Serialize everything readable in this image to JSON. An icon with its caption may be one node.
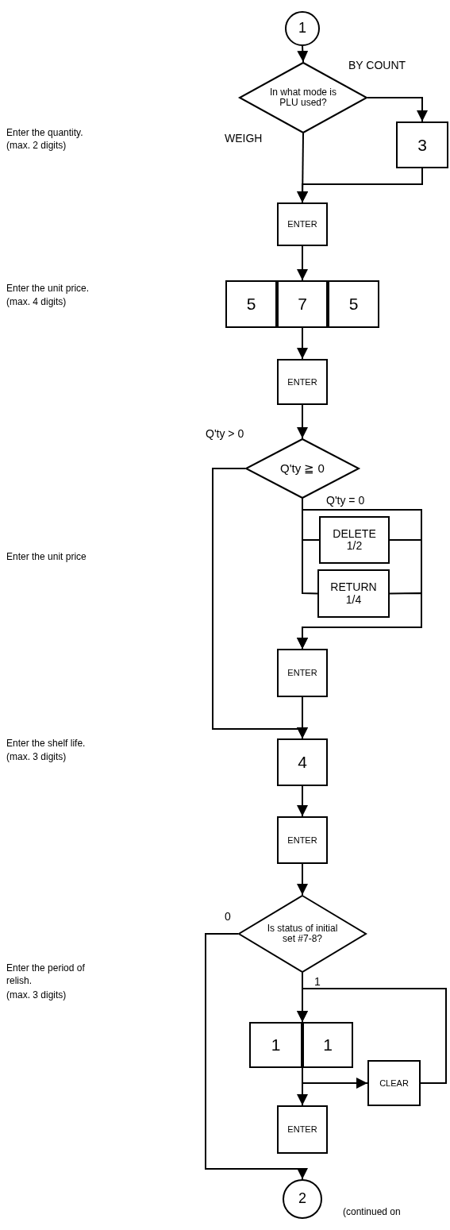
{
  "diagram": {
    "nodes": [
      {
        "text": [
          "1"
        ]
      },
      {
        "text": [
          "In what mode is PLU used?"
        ]
      },
      {
        "text": [
          "3"
        ]
      },
      {
        "text": [
          "ENTER"
        ]
      },
      {
        "text": [
          "5"
        ]
      },
      {
        "text": [
          "7"
        ]
      },
      {
        "text": [
          "5"
        ]
      },
      {
        "text": [
          "ENTER"
        ]
      },
      {
        "text": [
          "Q'ty ≧ 0"
        ]
      },
      {
        "text": [
          "DELETE",
          "1/2"
        ]
      },
      {
        "text": [
          "RETURN",
          "1/4"
        ]
      },
      {
        "text": [
          "ENTER"
        ]
      },
      {
        "text": [
          "4"
        ]
      },
      {
        "text": [
          "ENTER"
        ]
      },
      {
        "text": [
          "Is status of initial set #7-8?"
        ]
      },
      {
        "text": [
          "1"
        ]
      },
      {
        "text": [
          "1"
        ]
      },
      {
        "text": [
          "CLEAR"
        ]
      },
      {
        "text": [
          "ENTER"
        ]
      },
      {
        "text": [
          "2"
        ]
      }
    ],
    "edges": [
      {
        "from": 0,
        "to": 1,
        "arrow": "to"
      },
      {
        "from": 1,
        "to": 2,
        "arrow": "to",
        "label": "BY COUNT"
      },
      {
        "from": 1,
        "to": 3,
        "arrow": "to",
        "label": "WEIGH"
      },
      {
        "from": 2,
        "to": 3,
        "arrow": "to"
      },
      {
        "from": 3,
        "to": 5,
        "arrow": "to"
      },
      {
        "from": 5,
        "to": 7,
        "arrow": "to"
      },
      {
        "from": 7,
        "to": 8,
        "arrow": "to"
      },
      {
        "from": 8,
        "to": 12,
        "arrow": "to",
        "label": "Q'ty > 0"
      },
      {
        "from": 8,
        "to": 9,
        "arrow": "none"
      },
      {
        "from": 8,
        "to": 10,
        "arrow": "none"
      },
      {
        "from": 8,
        "to": 11,
        "arrow": "to",
        "label": "Q'ty = 0"
      },
      {
        "from": 9,
        "to": 11,
        "arrow": "to"
      },
      {
        "from": 10,
        "to": 11,
        "arrow": "to"
      },
      {
        "from": 11,
        "to": 12,
        "arrow": "to"
      },
      {
        "from": 12,
        "to": 13,
        "arrow": "to"
      },
      {
        "from": 13,
        "to": 14,
        "arrow": "to"
      },
      {
        "from": 14,
        "to": 19,
        "arrow": "to",
        "label": "0"
      },
      {
        "from": 14,
        "to": 15,
        "arrow": "to",
        "label": "1"
      },
      {
        "from": 15,
        "to": 17,
        "arrow": "to"
      },
      {
        "from": 15,
        "to": 18,
        "arrow": "to"
      },
      {
        "from": 17,
        "to": 15,
        "arrow": "to"
      }
    ],
    "labels": [
      "Enter the quantity.",
      "(max. 2 digits)",
      "Enter the unit price.",
      "(max. 4 digits)",
      "Enter the unit price",
      "Enter the shelf life.",
      "(max. 3 digits)",
      "Enter the period of relish.",
      "(max. 3 digits)",
      "(continued on"
    ]
  }
}
